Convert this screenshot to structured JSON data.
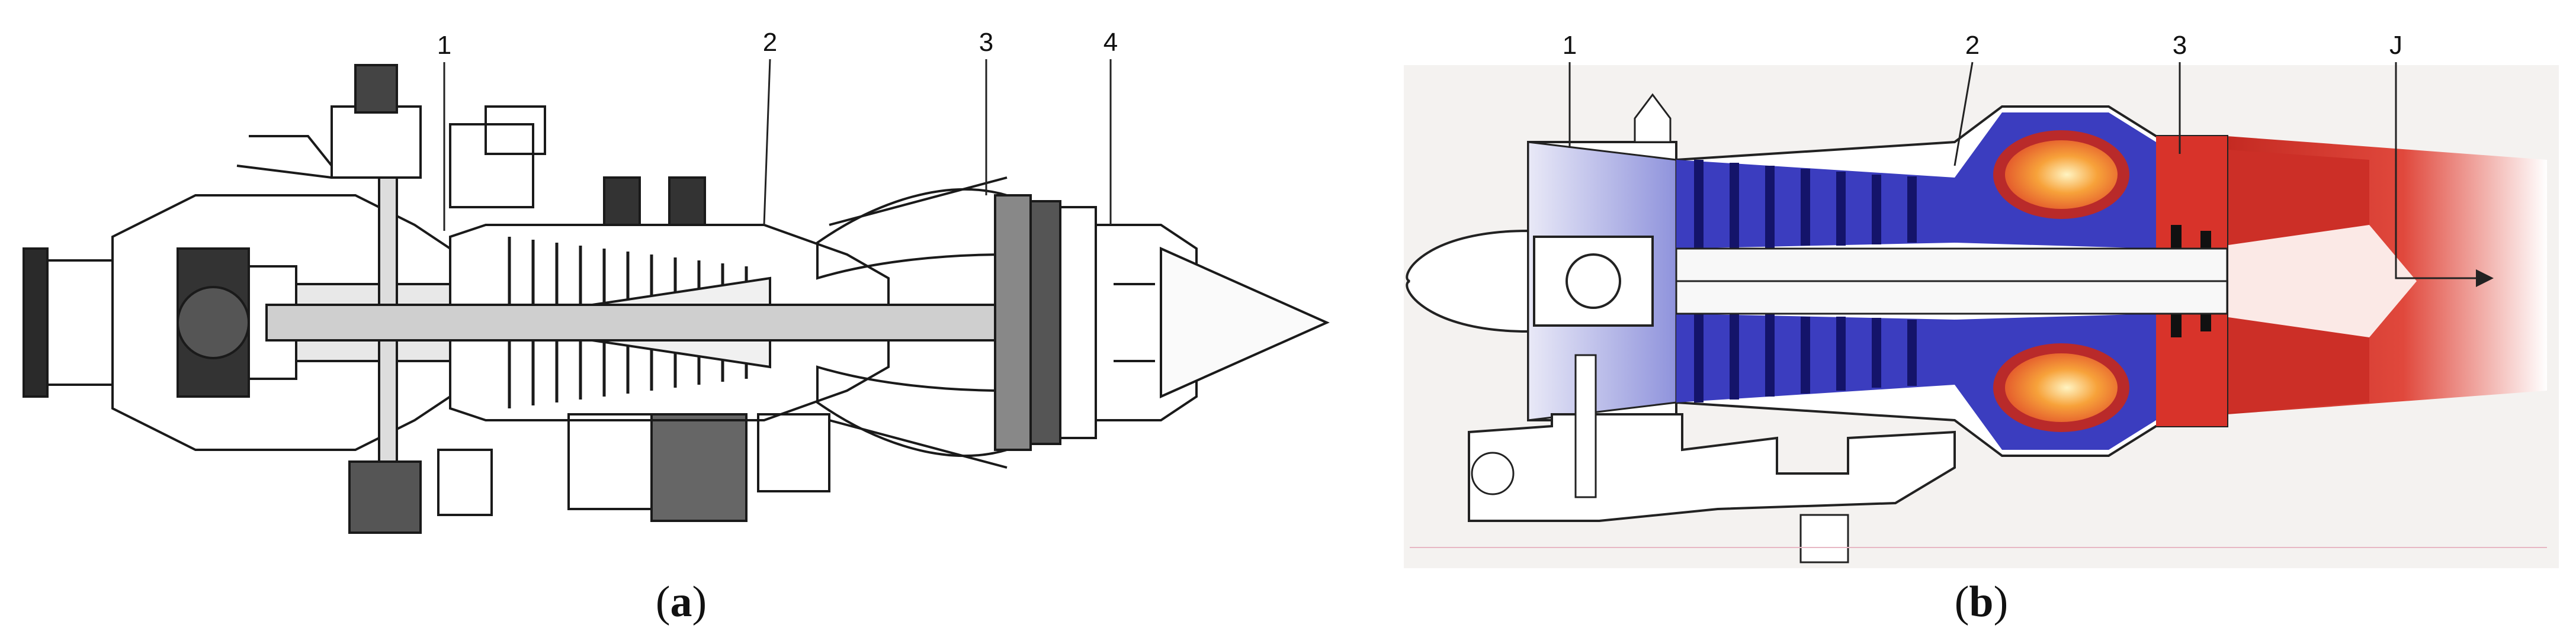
{
  "figure": {
    "panel_a": {
      "caption_letter": "a",
      "callouts": [
        "1",
        "2",
        "3",
        "4"
      ]
    },
    "panel_b": {
      "caption_letter": "b",
      "callouts": [
        "1",
        "2",
        "3",
        "J"
      ]
    }
  },
  "colors": {
    "line_art": "#1a1a1a",
    "compressor_blue": "#3b3dbf",
    "combustion_orange": "#f08a24",
    "combustion_yellow": "#ffe79a",
    "exhaust_red": "#d8332a",
    "inlet_lavender": "#c9cbee",
    "panel_b_bg": "#f4f2f0"
  }
}
